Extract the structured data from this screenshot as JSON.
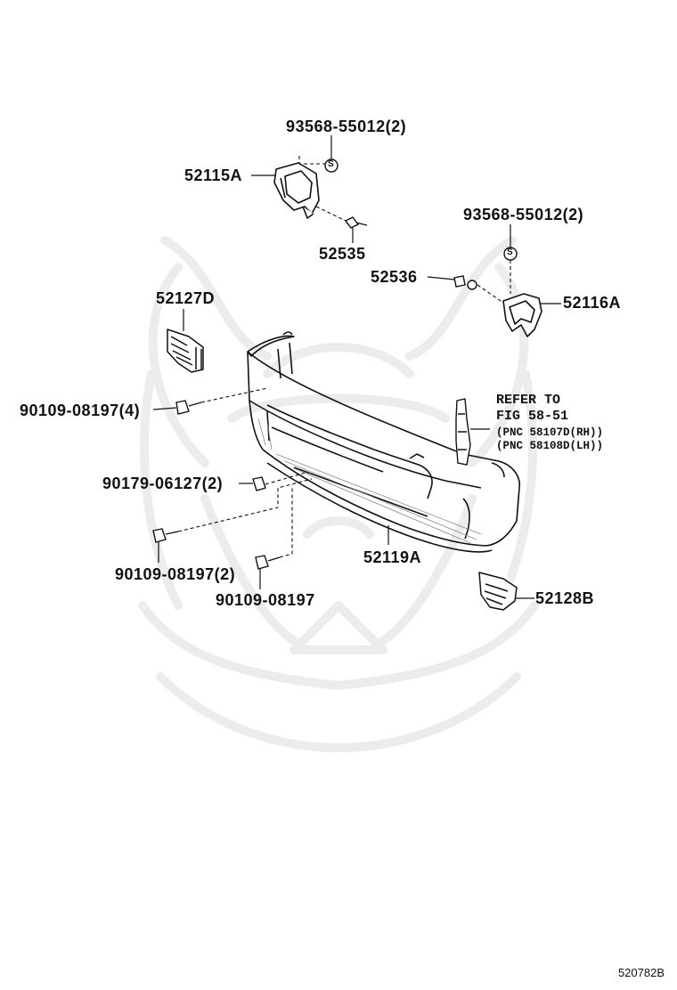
{
  "diagram_code": "520782B",
  "labels": {
    "p93568_top": "93568-55012(2)",
    "p52115A": "52115A",
    "p52535": "52535",
    "p93568_right": "93568-55012(2)",
    "p52536": "52536",
    "p52116A": "52116A",
    "p52127D": "52127D",
    "p90109_4": "90109-08197(4)",
    "refer_line1": "REFER TO",
    "refer_line2": "FIG 58-51",
    "pnc_rh": "(PNC 58107D(RH))",
    "pnc_lh": "(PNC 58108D(LH))",
    "p90179": "90179-06127(2)",
    "p52119A": "52119A",
    "p90109_2": "90109-08197(2)",
    "p90109_single": "90109-08197",
    "p52128B": "52128B"
  },
  "symbols": {
    "stud_marker": "S"
  },
  "colors": {
    "line": "#111111",
    "watermark": "#ececec"
  }
}
